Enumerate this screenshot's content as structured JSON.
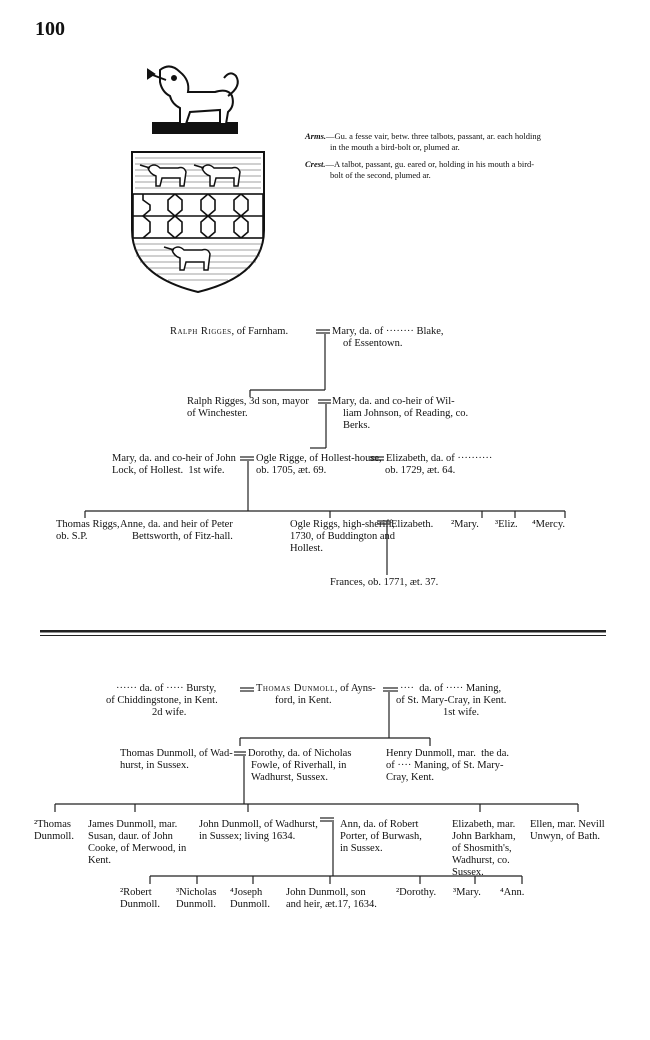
{
  "page": {
    "number": "100"
  },
  "heraldry": {
    "arms_label": "Arms.",
    "arms_text_1": "—Gu. a fesse vair, betw. three talbots, passant, ar. each holding",
    "arms_text_2": "in the mouth a bird-bolt or, plumed ar.",
    "crest_label": "Crest.",
    "crest_text_1": "—A talbot, passant, gu. eared or, holding in his mouth a bird-",
    "crest_text_2": "bolt of the second, plumed ar."
  },
  "riggs": {
    "ralph_sr_name": "Ralph Rigges",
    "ralph_sr_rest": ", of Farnham.",
    "mary_blake_1": "Mary, da. of ········ Blake,",
    "mary_blake_2": "of Essentown.",
    "ralph_jr_1": "Ralph Rigges, 3d son, mayor",
    "ralph_jr_2": "of Winchester.",
    "mary_johnson_1": "Mary, da. and co-heir of Wil-",
    "mary_johnson_2": "liam Johnson, of Reading, co.",
    "mary_johnson_3": "Berks.",
    "mary_lock_1": "Mary, da. and co-heir of John",
    "mary_lock_2": "Lock, of Hollest.  1st wife.",
    "ogle_sr_1": "Ogle Rigge, of Hollest-house,",
    "ogle_sr_2": "ob. 1705, æt. 69.",
    "elizabeth_2nd_1": "Elizabeth, da. of ··········",
    "elizabeth_2nd_2": "ob. 1729, æt. 64.",
    "thomas_1": "Thomas Riggs,",
    "thomas_2": "ob. S.P.",
    "anne_1": "Anne, da. and heir of Peter",
    "anne_2": "Bettsworth, of Fitz-hall.",
    "ogle_jr_1": "Ogle Riggs, high-sheriff,",
    "ogle_jr_2": "1730, of Buddington and",
    "ogle_jr_3": "Hollest.",
    "elizabeth_w": "Elizabeth.",
    "sis_mary": "²Mary.",
    "sis_eliz": "³Eliz.",
    "sis_mercy": "⁴Mercy.",
    "frances": "Frances, ob. 1771, æt. 37."
  },
  "dunmoll": {
    "bursty_1": "······ da. of ····· Bursty,",
    "bursty_2": "of Chiddingstone, in Kent.",
    "bursty_3": "2d wife.",
    "thomas_head_1": "Thomas Dunmoll",
    "thomas_head_1b": ", of Ayns-",
    "thomas_head_2": "ford, in Kent.",
    "maning_1": "····  da. of ····· Maning,",
    "maning_2": "of St. Mary-Cray, in Kent.",
    "maning_3": "1st wife.",
    "thomas_w_1": "Thomas Dunmoll, of Wad-",
    "thomas_w_2": "hurst, in Sussex.",
    "dorothy_1": "Dorothy, da. of Nicholas",
    "dorothy_2": "Fowle, of Riverhall, in",
    "dorothy_3": "Wadhurst, Sussex.",
    "henry_1": "Henry Dunmoll, mar.  the da.",
    "henry_2": "of ···· Maning, of St. Mary-",
    "henry_3": "Cray, Kent.",
    "c1_1": "²Thomas",
    "c1_2": "Dunmoll.",
    "c2_1": "James Dunmoll, mar.",
    "c2_2": "Susan, daur. of John",
    "c2_3": "Cooke, of Merwood, in",
    "c2_4": "Kent.",
    "c3_1": "John Dunmoll, of Wadhurst,",
    "c3_2": "in Sussex; living 1634.",
    "c4_1": "Ann, da. of Robert",
    "c4_2": "Porter, of Burwash,",
    "c4_3": "in Sussex.",
    "c5_1": "Elizabeth, mar.",
    "c5_2": "John Barkham,",
    "c5_3": "of Shosmith's,",
    "c5_4": "Wadhurst, co.",
    "c5_5": "Sussex.",
    "c6_1": "Ellen, mar. Nevill",
    "c6_2": "Unwyn, of Bath.",
    "g1_1": "²Robert",
    "g1_2": "Dunmoll.",
    "g2_1": "³Nicholas",
    "g2_2": "Dunmoll.",
    "g3_1": "⁴Joseph",
    "g3_2": "Dunmoll.",
    "g4_1": "John Dunmoll, son",
    "g4_2": "and heir, æt.17, 1634.",
    "g5": "²Dorothy.",
    "g6": "³Mary.",
    "g7": "⁴Ann."
  }
}
